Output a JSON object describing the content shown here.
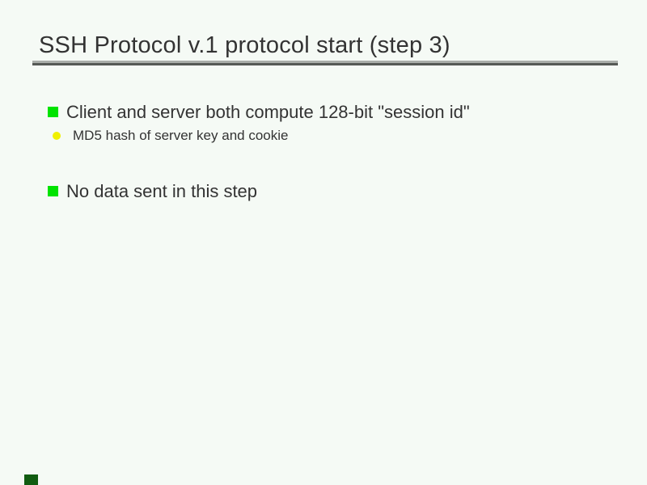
{
  "slide": {
    "title": "SSH Protocol v.1 protocol start (step 3)",
    "bullets": [
      {
        "level": 1,
        "marker": "green-square",
        "text": "Client and server both compute 128-bit \"session id\""
      },
      {
        "level": 2,
        "marker": "yellow-circle",
        "text": "MD5 hash of server key and cookie"
      },
      {
        "level": 1,
        "marker": "green-square",
        "text": "No data sent in this step"
      }
    ],
    "colors": {
      "background": "#f5faf5",
      "text": "#333333",
      "bullet_green": "#00e300",
      "bullet_yellow": "#f0f000",
      "rule_light": "#a9ada9",
      "rule_dark": "#555955",
      "corner_mark": "#115c11"
    }
  }
}
